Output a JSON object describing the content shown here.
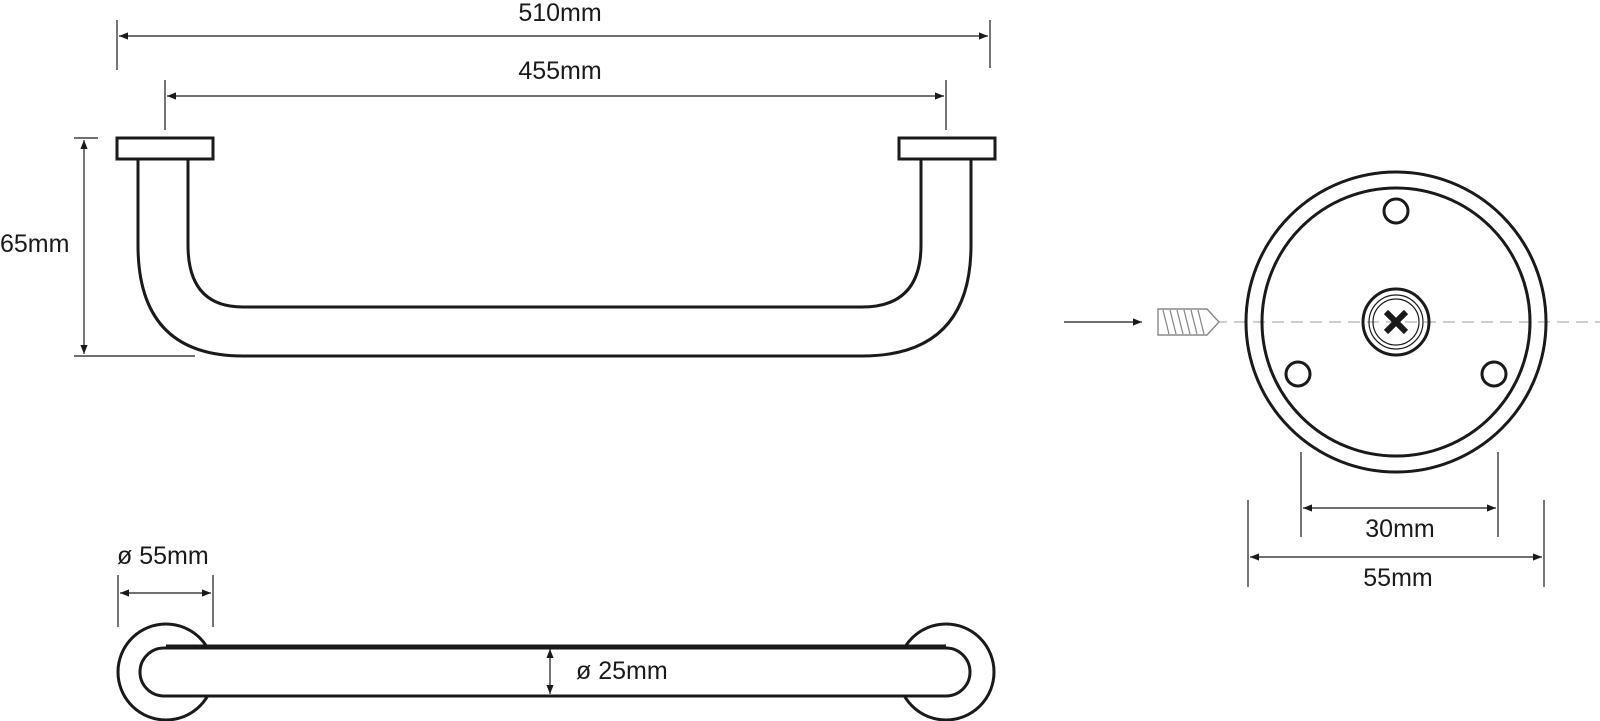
{
  "dimensions": {
    "overall_length": "510mm",
    "inner_length": "455mm",
    "projection": "65mm",
    "flange_diameter": "ø 55mm",
    "tube_diameter": "ø 25mm",
    "screw_spacing": "30mm",
    "rosette_diameter": "55mm"
  },
  "colors": {
    "line": "#1a1a1a",
    "centerline": "#b0b0b0",
    "background": "#ffffff"
  },
  "icons": {
    "fastener": "screw-icon",
    "cover": "cross-cap-icon"
  }
}
